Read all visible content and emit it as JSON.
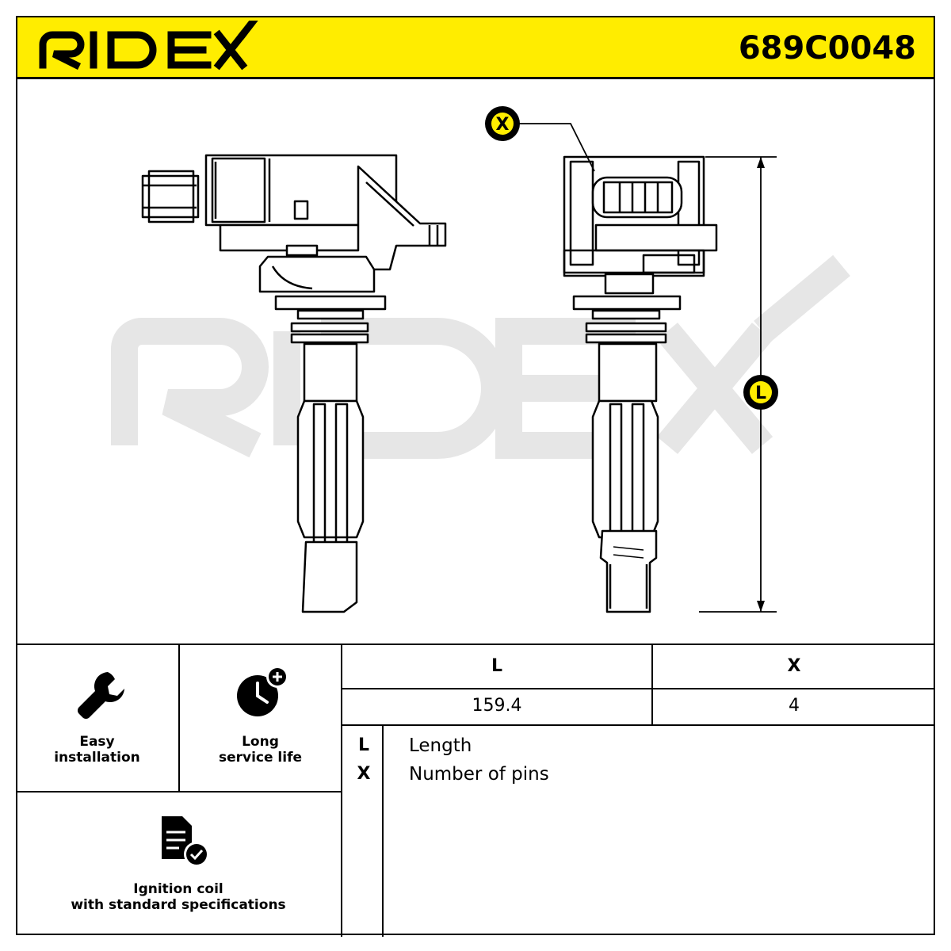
{
  "header": {
    "brand": "RIDEX",
    "part_number": "689C0048"
  },
  "drawing": {
    "callouts": [
      {
        "key": "X"
      },
      {
        "key": "L"
      }
    ],
    "watermark": "RIDEX"
  },
  "features": [
    {
      "icon": "wrench-icon",
      "label_line1": "Easy",
      "label_line2": "installation"
    },
    {
      "icon": "clock-plus-icon",
      "label_line1": "Long",
      "label_line2": "service life"
    },
    {
      "icon": "document-check-icon",
      "label_line1": "Ignition coil",
      "label_line2": "with standard specifications"
    }
  ],
  "specs": {
    "headers": [
      "L",
      "X"
    ],
    "values": [
      "159.4",
      "4"
    ]
  },
  "legend": [
    {
      "key": "L",
      "description": "Length"
    },
    {
      "key": "X",
      "description": "Number of pins"
    }
  ],
  "colors": {
    "accent_yellow": "#ffed00",
    "watermark_gray": "#e6e6e6"
  }
}
